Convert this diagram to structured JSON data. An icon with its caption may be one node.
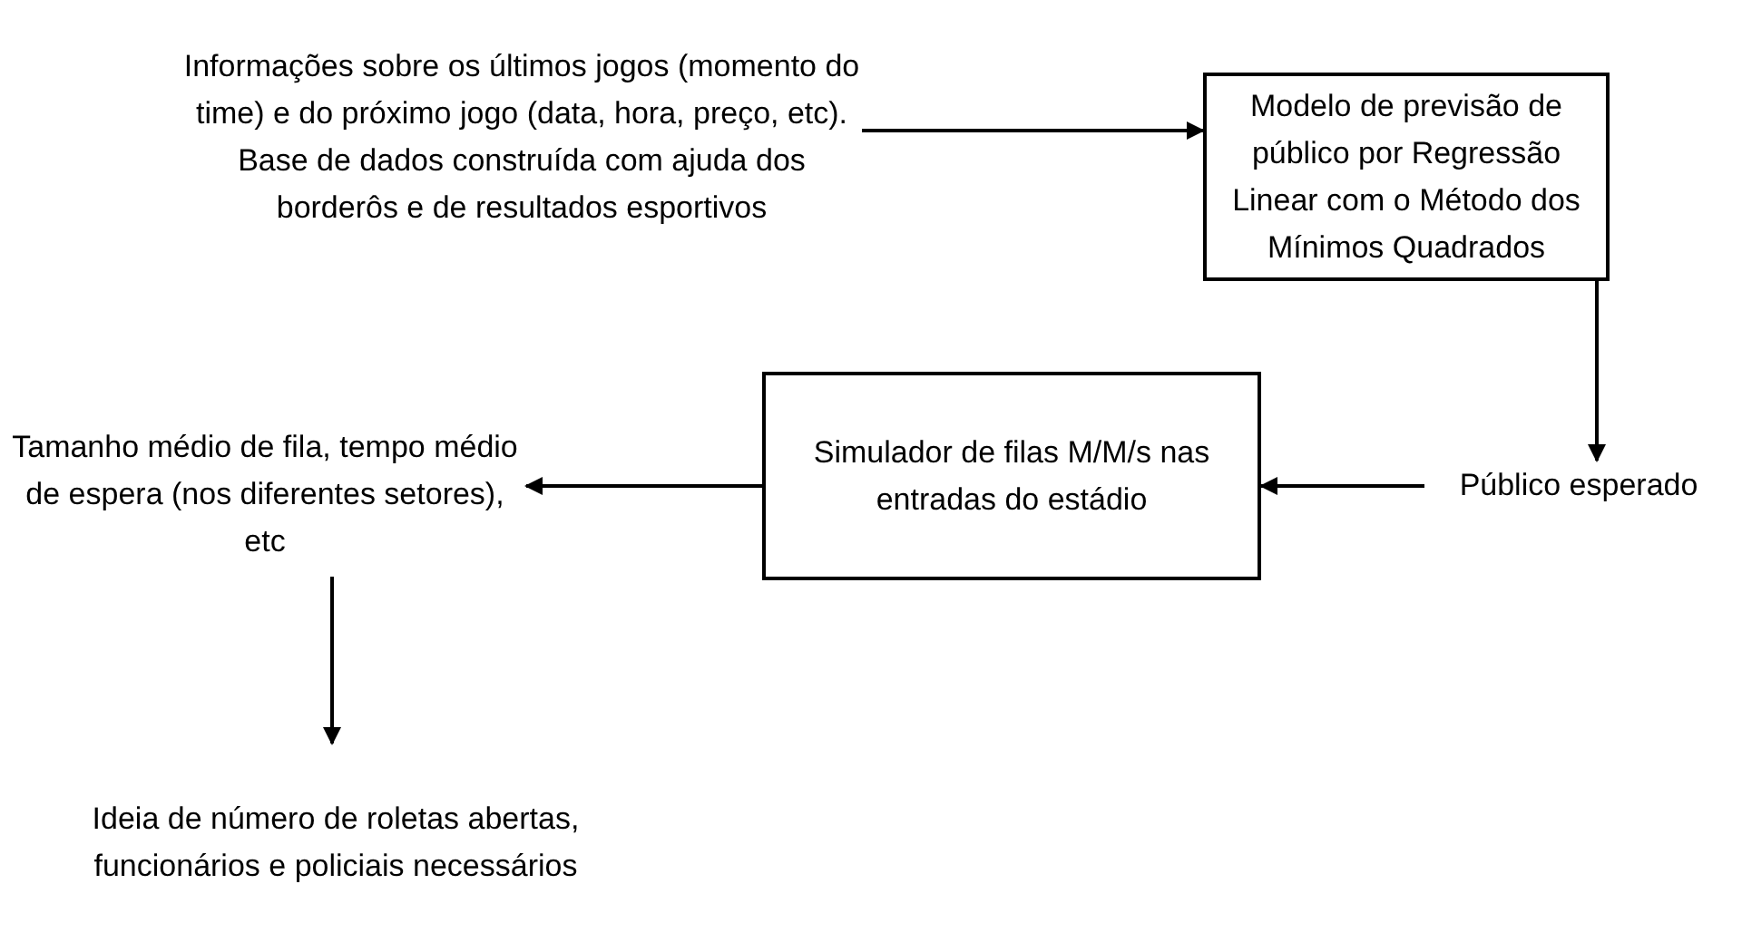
{
  "diagram": {
    "nodes": [
      {
        "text": [
          "Informações sobre os últimos jogos (momento do time) e do próximo jogo (data, hora, preço, etc). Base de dados construída com ajuda dos borderôs e de resultados esportivos"
        ]
      },
      {
        "text": [
          "Modelo de previsão de público por Regressão Linear com o Método dos Mínimos Quadrados"
        ]
      },
      {
        "text": [
          "Público esperado"
        ]
      },
      {
        "text": [
          "Simulador de filas M/M/s nas entradas do estádio"
        ]
      },
      {
        "text": [
          "Tamanho médio de fila, tempo médio de espera (nos diferentes setores), etc"
        ]
      },
      {
        "text": [
          "Ideia de número de roletas abertas, funcionários e policiais necessários"
        ]
      }
    ],
    "edges": [
      {
        "from": 0,
        "to": 1,
        "arrow": "to"
      },
      {
        "from": 1,
        "to": 2,
        "arrow": "to"
      },
      {
        "from": 2,
        "to": 3,
        "arrow": "to"
      },
      {
        "from": 3,
        "to": 4,
        "arrow": "to"
      },
      {
        "from": 4,
        "to": 5,
        "arrow": "to"
      }
    ]
  }
}
